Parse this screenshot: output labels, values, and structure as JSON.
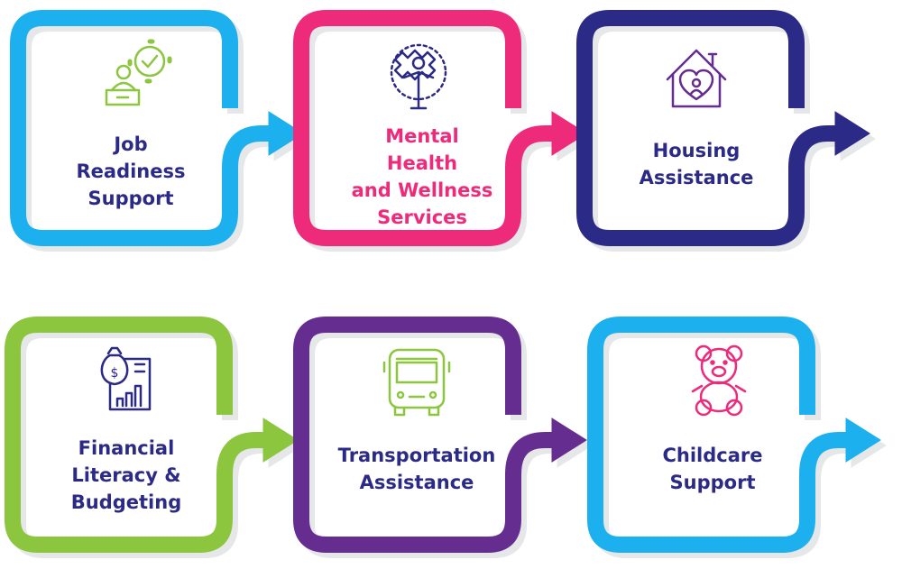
{
  "steps": [
    {
      "lines": [
        "Job",
        "Readiness",
        "Support"
      ],
      "color": "#1DB0EE",
      "text_color": "#2B2A86",
      "icon": "presenter-gear-check-icon"
    },
    {
      "lines": [
        "Mental",
        "Health",
        "and Wellness",
        "Services"
      ],
      "color": "#EE2A7B",
      "text_color": "#EE2A7B",
      "icon": "person-brain-puzzle-icon"
    },
    {
      "lines": [
        "Housing",
        "Assistance"
      ],
      "color": "#2B2A86",
      "text_color": "#2B2A86",
      "icon": "house-heart-icon"
    },
    {
      "lines": [
        "Financial",
        "Literacy &",
        "Budgeting"
      ],
      "color": "#8CC63F",
      "text_color": "#2B2A86",
      "icon": "money-bag-chart-icon"
    },
    {
      "lines": [
        "Transportation",
        "Assistance"
      ],
      "color": "#662D91",
      "text_color": "#2B2A86",
      "icon": "bus-icon"
    },
    {
      "lines": [
        "Childcare",
        "Support"
      ],
      "color": "#1DB0EE",
      "text_color": "#2B2A86",
      "icon": "teddy-bear-icon"
    }
  ]
}
